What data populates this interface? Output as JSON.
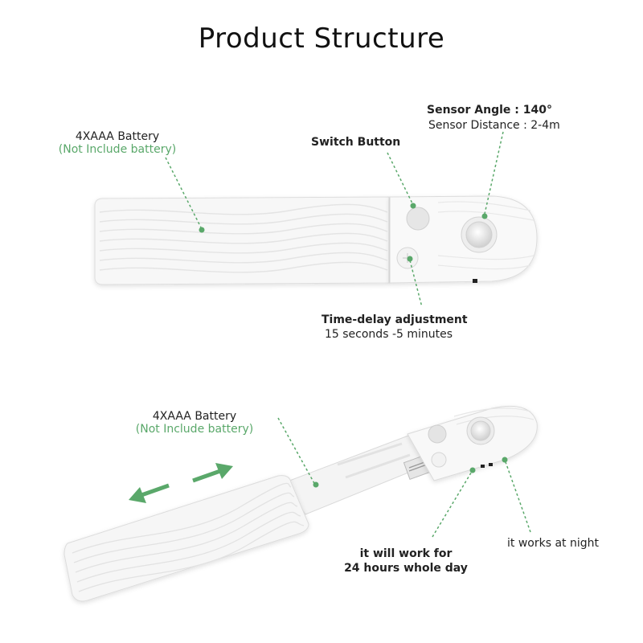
{
  "title": "Product Structure",
  "colors": {
    "accent": "#5aa86a",
    "product": "#f7f7f7",
    "outline": "#dcdcdc"
  },
  "top": {
    "battery_label": "4XAAA Battery",
    "battery_note": "(Not Include battery)",
    "switch_label": "Switch Button",
    "sensor_angle": "Sensor Angle : 140°",
    "sensor_distance": "Sensor Distance : 2-4m",
    "delay_label": "Time-delay adjustment",
    "delay_range": "15 seconds -5 minutes"
  },
  "bottom": {
    "battery_label": "4XAAA Battery",
    "battery_note": "(Not Include battery)",
    "day_line1": "it will work for",
    "day_line2": "24 hours whole day",
    "night_label": "it works at night"
  }
}
